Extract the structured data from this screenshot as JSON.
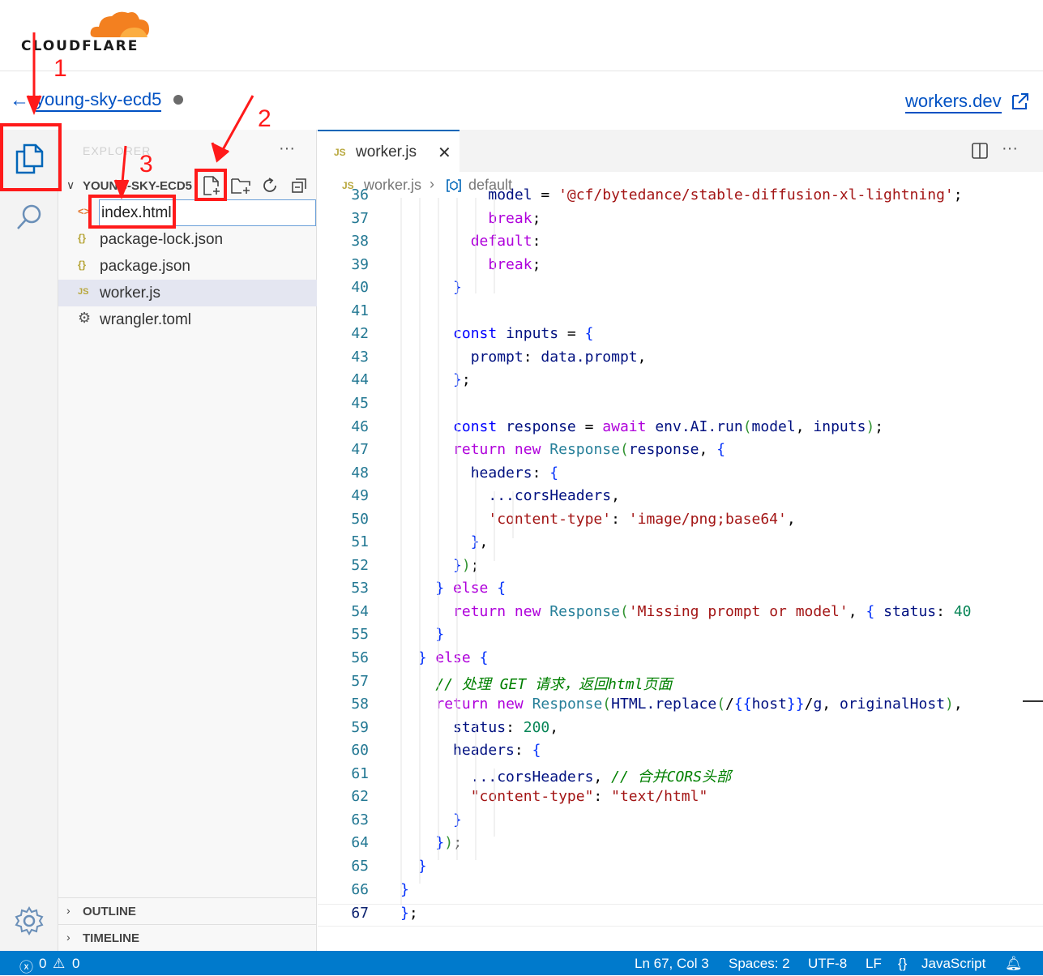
{
  "brand": {
    "name": "CLOUDFLARE"
  },
  "header": {
    "back_label": "←",
    "project_name": "young-sky-ecd5",
    "workers_link": "workers.dev"
  },
  "sidebar": {
    "title": "EXPLORER",
    "more": "···",
    "folder_name": "YOUNG-SKY-ECD5",
    "new_file_input": "index.html",
    "files": [
      {
        "icon": "<>",
        "name": "index.html",
        "icon_color": "#e37933"
      },
      {
        "icon": "{}",
        "name": "package-lock.json",
        "icon_color": "#b8a73c"
      },
      {
        "icon": "{}",
        "name": "package.json",
        "icon_color": "#b8a73c"
      },
      {
        "icon": "JS",
        "name": "worker.js",
        "icon_color": "#b8a73c"
      },
      {
        "icon": "⚙",
        "name": "wrangler.toml",
        "icon_color": "#555555"
      }
    ],
    "sections": [
      "OUTLINE",
      "TIMELINE"
    ]
  },
  "editor": {
    "tab_icon": "JS",
    "tab_name": "worker.js",
    "close": "✕",
    "more": "···",
    "breadcrumb_file": "worker.js",
    "breadcrumb_sep": "›",
    "breadcrumb_symbol": "default"
  },
  "code_lines": [
    {
      "n": "36",
      "t": "          model = '@cf/bytedance/stable-diffusion-xl-lightning';"
    },
    {
      "n": "37",
      "t": "          break;"
    },
    {
      "n": "38",
      "t": "        default:"
    },
    {
      "n": "39",
      "t": "          break;"
    },
    {
      "n": "40",
      "t": "      }"
    },
    {
      "n": "41",
      "t": ""
    },
    {
      "n": "42",
      "t": "      const inputs = {"
    },
    {
      "n": "43",
      "t": "        prompt: data.prompt,"
    },
    {
      "n": "44",
      "t": "      };"
    },
    {
      "n": "45",
      "t": ""
    },
    {
      "n": "46",
      "t": "      const response = await env.AI.run(model, inputs);"
    },
    {
      "n": "47",
      "t": "      return new Response(response, {"
    },
    {
      "n": "48",
      "t": "        headers: {"
    },
    {
      "n": "49",
      "t": "          ...corsHeaders,"
    },
    {
      "n": "50",
      "t": "          'content-type': 'image/png;base64',"
    },
    {
      "n": "51",
      "t": "        },"
    },
    {
      "n": "52",
      "t": "      });"
    },
    {
      "n": "53",
      "t": "    } else {"
    },
    {
      "n": "54",
      "t": "      return new Response('Missing prompt or model', { status: 40"
    },
    {
      "n": "55",
      "t": "    }"
    },
    {
      "n": "56",
      "t": "  } else {"
    },
    {
      "n": "57",
      "t": "    // 处理 GET 请求，返回html页面"
    },
    {
      "n": "58",
      "t": "    return new Response(HTML.replace(/{{host}}/g, originalHost),"
    },
    {
      "n": "59",
      "t": "      status: 200,"
    },
    {
      "n": "60",
      "t": "      headers: {"
    },
    {
      "n": "61",
      "t": "        ...corsHeaders, // 合并CORS头部"
    },
    {
      "n": "62",
      "t": "        \"content-type\": \"text/html\""
    },
    {
      "n": "63",
      "t": "      }"
    },
    {
      "n": "64",
      "t": "    });"
    },
    {
      "n": "65",
      "t": "  }"
    },
    {
      "n": "66",
      "t": "}"
    },
    {
      "n": "67",
      "t": "};"
    }
  ],
  "status": {
    "errors": "0",
    "warnings": "0",
    "position": "Ln 67, Col 3",
    "spaces": "Spaces: 2",
    "encoding": "UTF-8",
    "eol": "LF",
    "language": "JavaScript"
  },
  "annotations": {
    "step1": "1",
    "step2": "2",
    "step3": "3",
    "color": "#ff1a1a"
  }
}
